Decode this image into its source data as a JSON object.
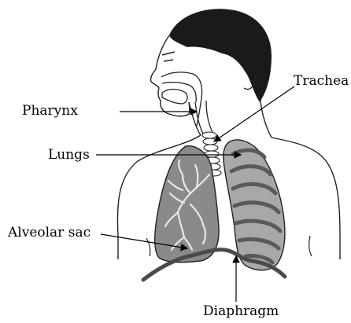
{
  "labels": {
    "trachea": "Trachea",
    "pharynx": "Pharynx",
    "lungs": "Lungs",
    "alveolar_sac": "Alveolar sac",
    "diaphragm": "Diaphragm"
  },
  "colors": {
    "hair": "#1a1a1a",
    "skin_outline": "#222222",
    "left_lung": "#8a8a8a",
    "right_lung": "#a8a8a8",
    "ribs": "#5a5a5a",
    "diaphragm": "#4a4a4a",
    "background": "#ffffff"
  }
}
